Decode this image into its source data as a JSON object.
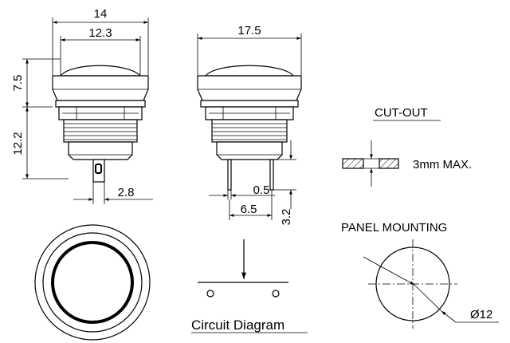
{
  "dimensions": {
    "front_width_outer": "14",
    "front_width_inner": "12.3",
    "cap_height": "7.5",
    "thread_height": "12.2",
    "terminal_offset": "2.8",
    "side_width": "17.5",
    "terminal_thickness": "0.5",
    "terminal_spacing": "6.5",
    "terminal_length": "3.2"
  },
  "cutout": {
    "title": "CUT-OUT",
    "thickness_label": "3mm MAX."
  },
  "panel_mounting": {
    "title": "PANEL MOUNTING",
    "hole_diameter": "Ø12"
  },
  "circuit": {
    "title": "Circuit Diagram"
  }
}
